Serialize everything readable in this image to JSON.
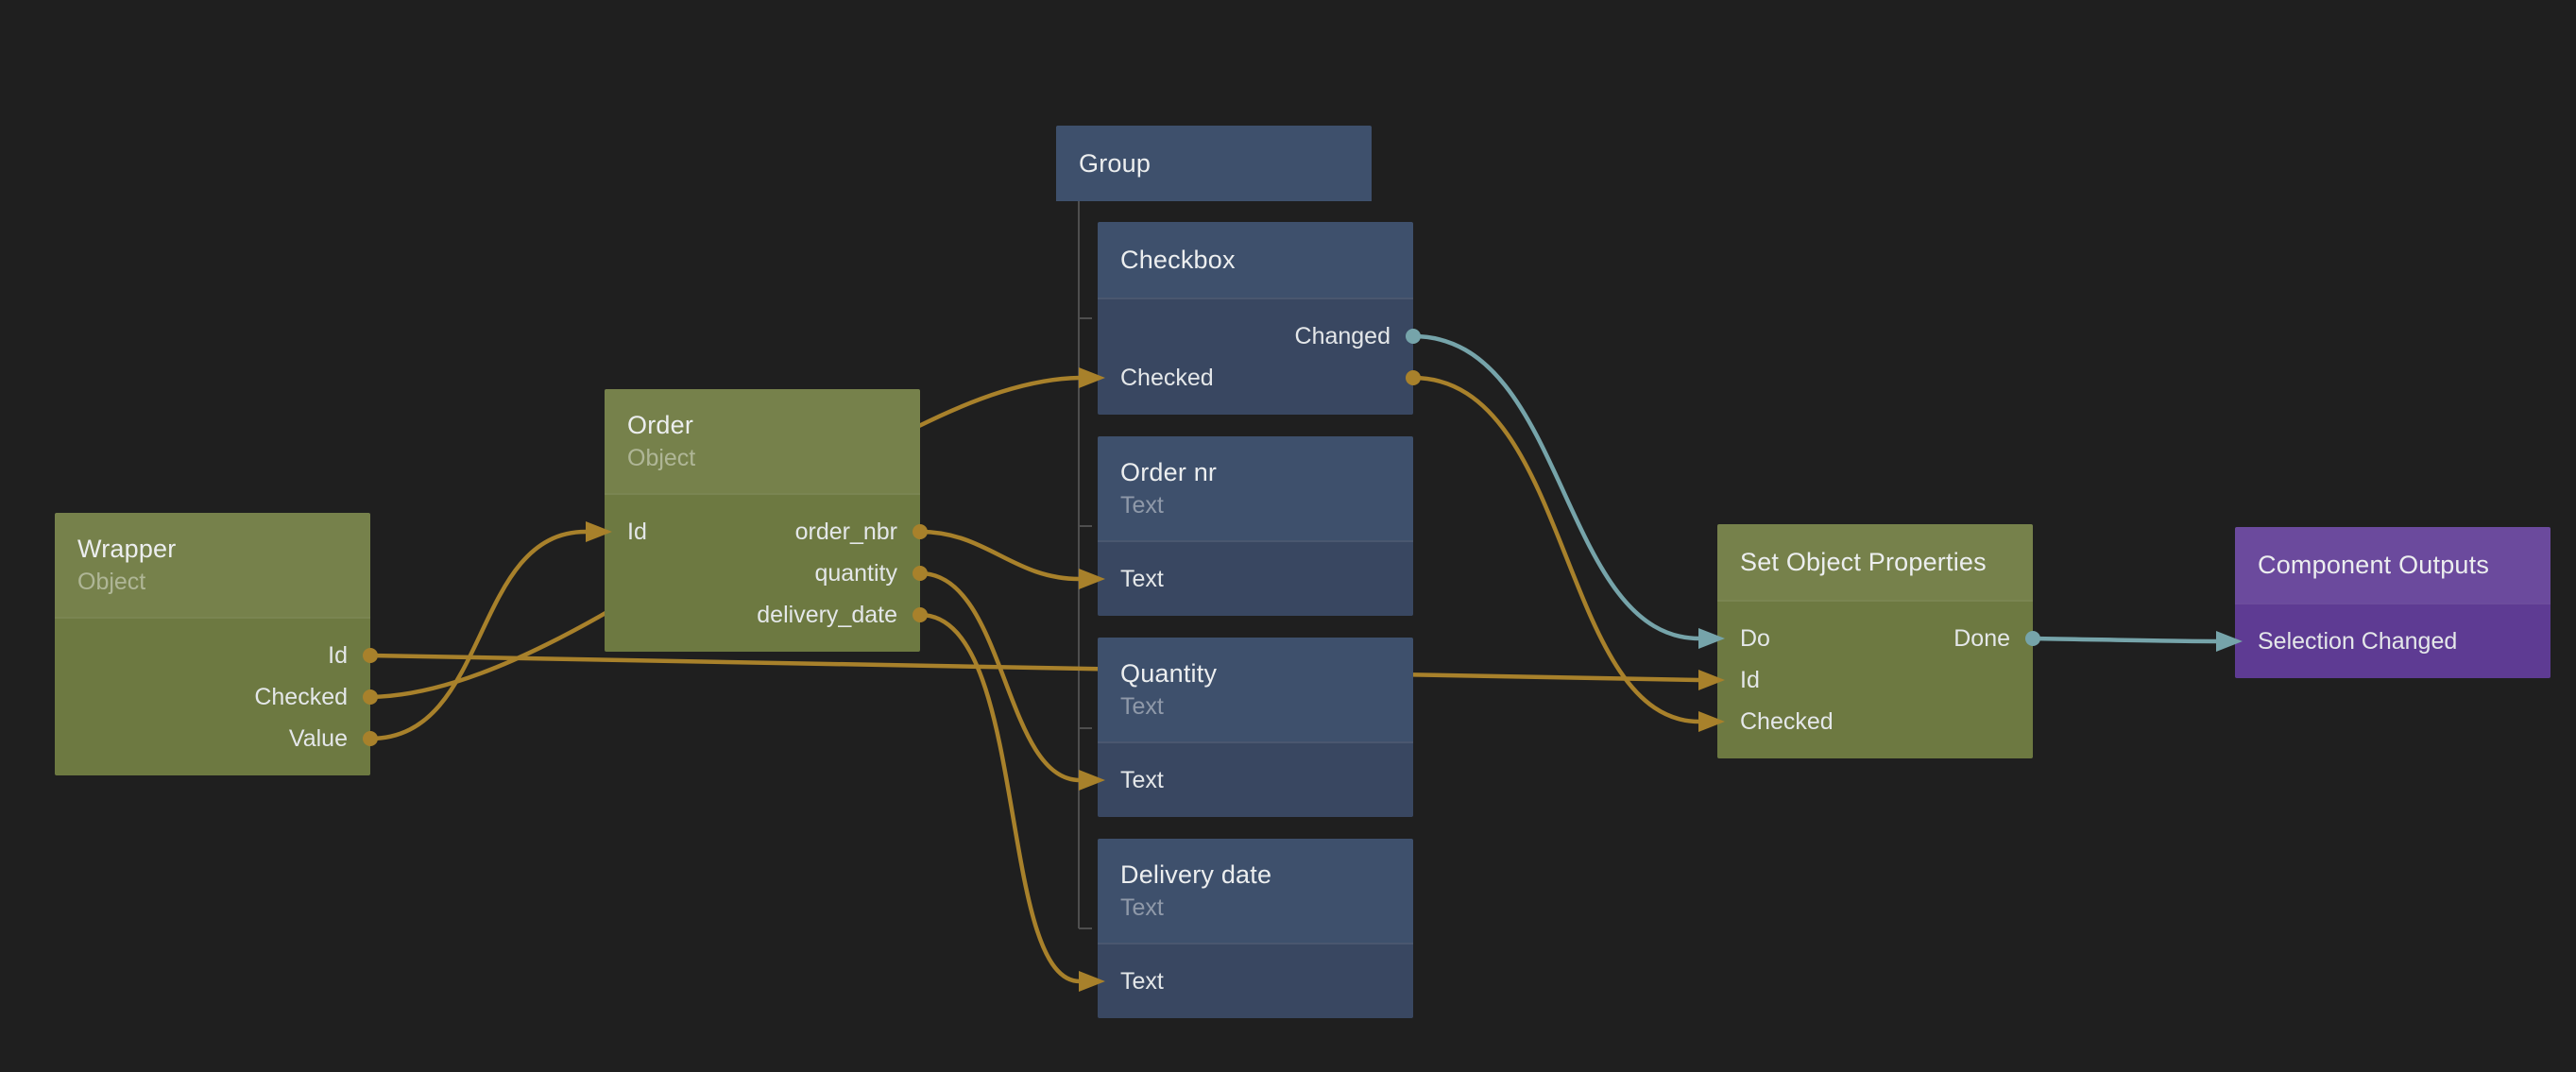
{
  "colors": {
    "background": "#1f1f1f",
    "data_wire": "#a8812b",
    "signal_wire": "#76a4aa",
    "group_line": "#4e4e4e",
    "node_green": "#6d7941",
    "node_blue": "#394761",
    "node_purple": "#5e3b93"
  },
  "nodes": {
    "group": {
      "title": "Group"
    },
    "checkbox": {
      "title": "Checkbox",
      "ports": {
        "changed": "Changed",
        "checked": "Checked"
      }
    },
    "order_nr": {
      "title": "Order nr",
      "subtitle": "Text",
      "ports": {
        "text": "Text"
      }
    },
    "quantity": {
      "title": "Quantity",
      "subtitle": "Text",
      "ports": {
        "text": "Text"
      }
    },
    "delivery_date": {
      "title": "Delivery date",
      "subtitle": "Text",
      "ports": {
        "text": "Text"
      }
    },
    "wrapper": {
      "title": "Wrapper",
      "subtitle": "Object",
      "ports": {
        "id": "Id",
        "checked": "Checked",
        "value": "Value"
      }
    },
    "order": {
      "title": "Order",
      "subtitle": "Object",
      "ports": {
        "id": "Id",
        "order_nbr": "order_nbr",
        "quantity": "quantity",
        "delivery_date": "delivery_date"
      }
    },
    "set_object_properties": {
      "title": "Set Object Properties",
      "ports": {
        "do": "Do",
        "done": "Done",
        "id": "Id",
        "checked": "Checked"
      }
    },
    "component_outputs": {
      "title": "Component Outputs",
      "ports": {
        "selection_changed": "Selection Changed"
      }
    }
  },
  "group_children": [
    "Checkbox",
    "Order nr",
    "Quantity",
    "Delivery date"
  ],
  "connections": [
    {
      "from": "Wrapper.Id",
      "to": "Set Object Properties.Id",
      "kind": "data"
    },
    {
      "from": "Wrapper.Checked",
      "to": "Checkbox.Checked",
      "kind": "data"
    },
    {
      "from": "Wrapper.Value",
      "to": "Order.Id",
      "kind": "data"
    },
    {
      "from": "Order.order_nbr",
      "to": "Order nr.Text",
      "kind": "data"
    },
    {
      "from": "Order.quantity",
      "to": "Quantity.Text",
      "kind": "data"
    },
    {
      "from": "Order.delivery_date",
      "to": "Delivery date.Text",
      "kind": "data"
    },
    {
      "from": "Checkbox.Changed",
      "to": "Set Object Properties.Do",
      "kind": "signal"
    },
    {
      "from": "Checkbox.Checked",
      "to": "Set Object Properties.Checked",
      "kind": "data"
    },
    {
      "from": "Set Object Properties.Done",
      "to": "Component Outputs.Selection Changed",
      "kind": "signal"
    }
  ]
}
